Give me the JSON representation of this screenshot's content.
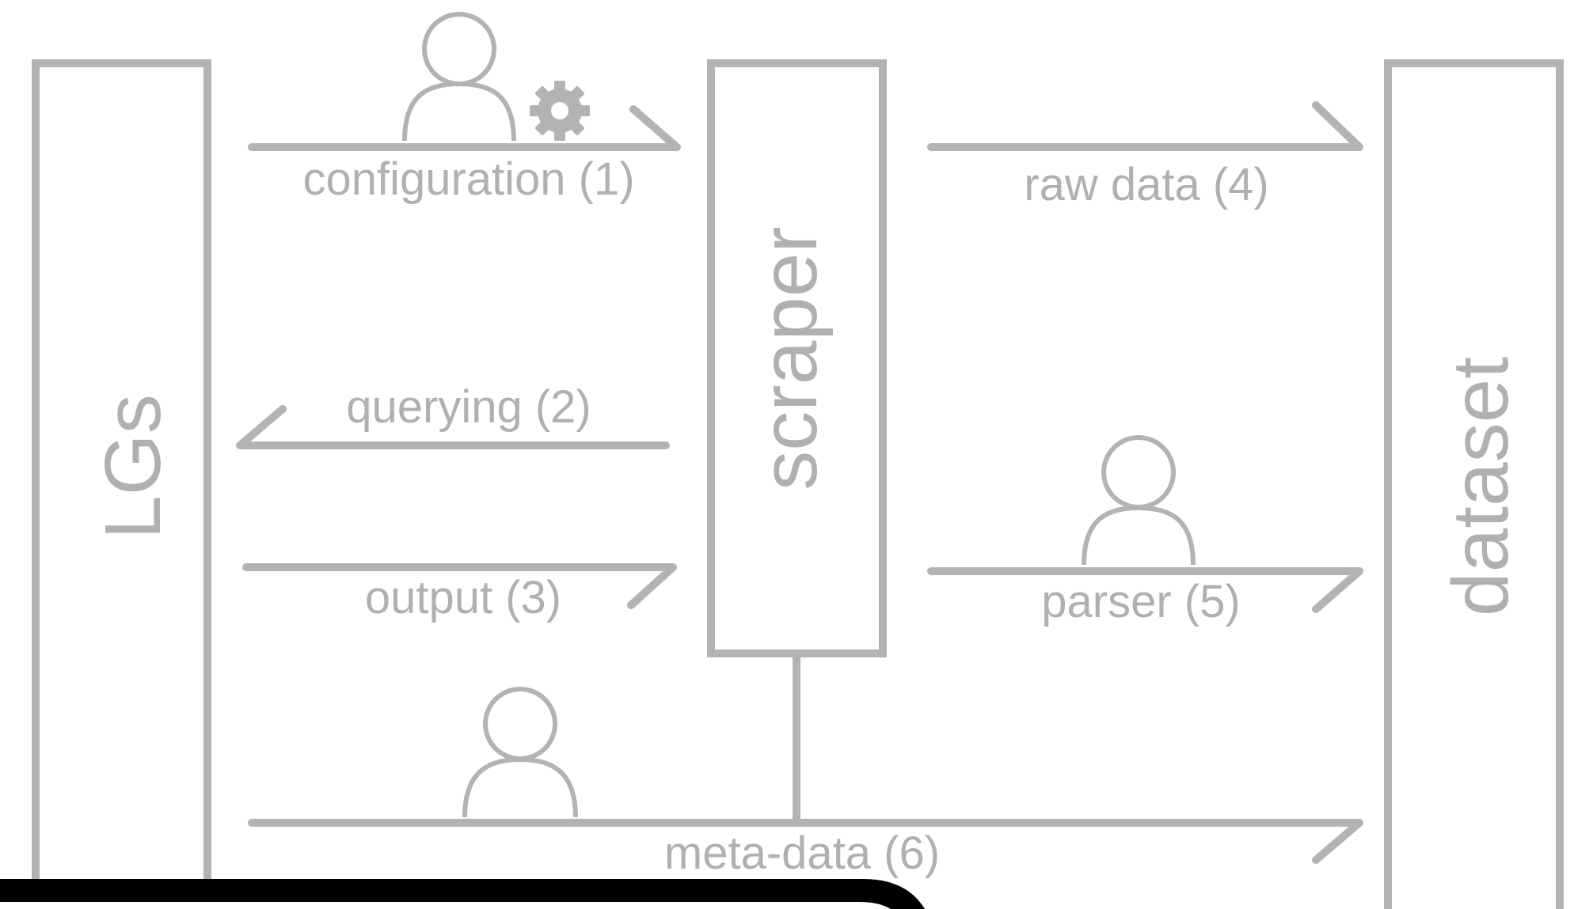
{
  "nodes": {
    "lgs": "LGs",
    "scraper": "scraper",
    "dataset": "dataset"
  },
  "edges": {
    "configuration": "configuration (1)",
    "querying": "querying (2)",
    "output": "output (3)",
    "raw_data": "raw data (4)",
    "parser": "parser (5)",
    "meta_data": "meta-data (6)"
  },
  "icons": {
    "actor": "person-icon",
    "settings": "gear-icon"
  },
  "colors": {
    "line": "#b3b3b3",
    "text": "#b0b0b0",
    "overlay_bar": "#000000"
  }
}
